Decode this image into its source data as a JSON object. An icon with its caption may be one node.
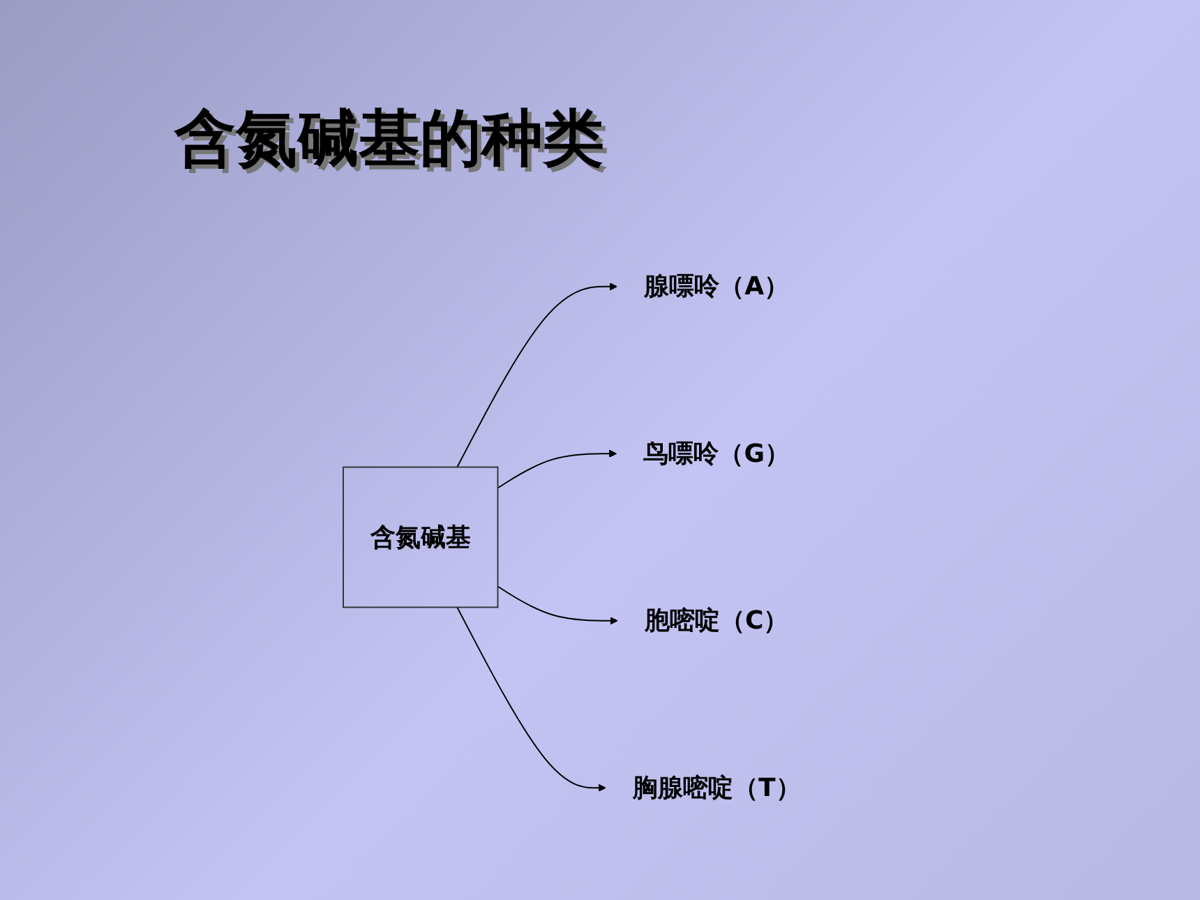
{
  "diagram": {
    "title": "含氮碱基的种类",
    "nodes": [
      {
        "text": [
          "含氮碱基"
        ]
      },
      {
        "text": [
          "腺嘌呤（A）"
        ]
      },
      {
        "text": [
          "鸟嘌呤（G）"
        ]
      },
      {
        "text": [
          "胞嘧啶（C）"
        ]
      },
      {
        "text": [
          "胸腺嘧啶（T）"
        ]
      }
    ],
    "edges": [
      {
        "from": 0,
        "to": 1,
        "arrow": "to"
      },
      {
        "from": 0,
        "to": 2,
        "arrow": "to"
      },
      {
        "from": 0,
        "to": 3,
        "arrow": "to"
      },
      {
        "from": 0,
        "to": 4,
        "arrow": "to"
      }
    ]
  }
}
